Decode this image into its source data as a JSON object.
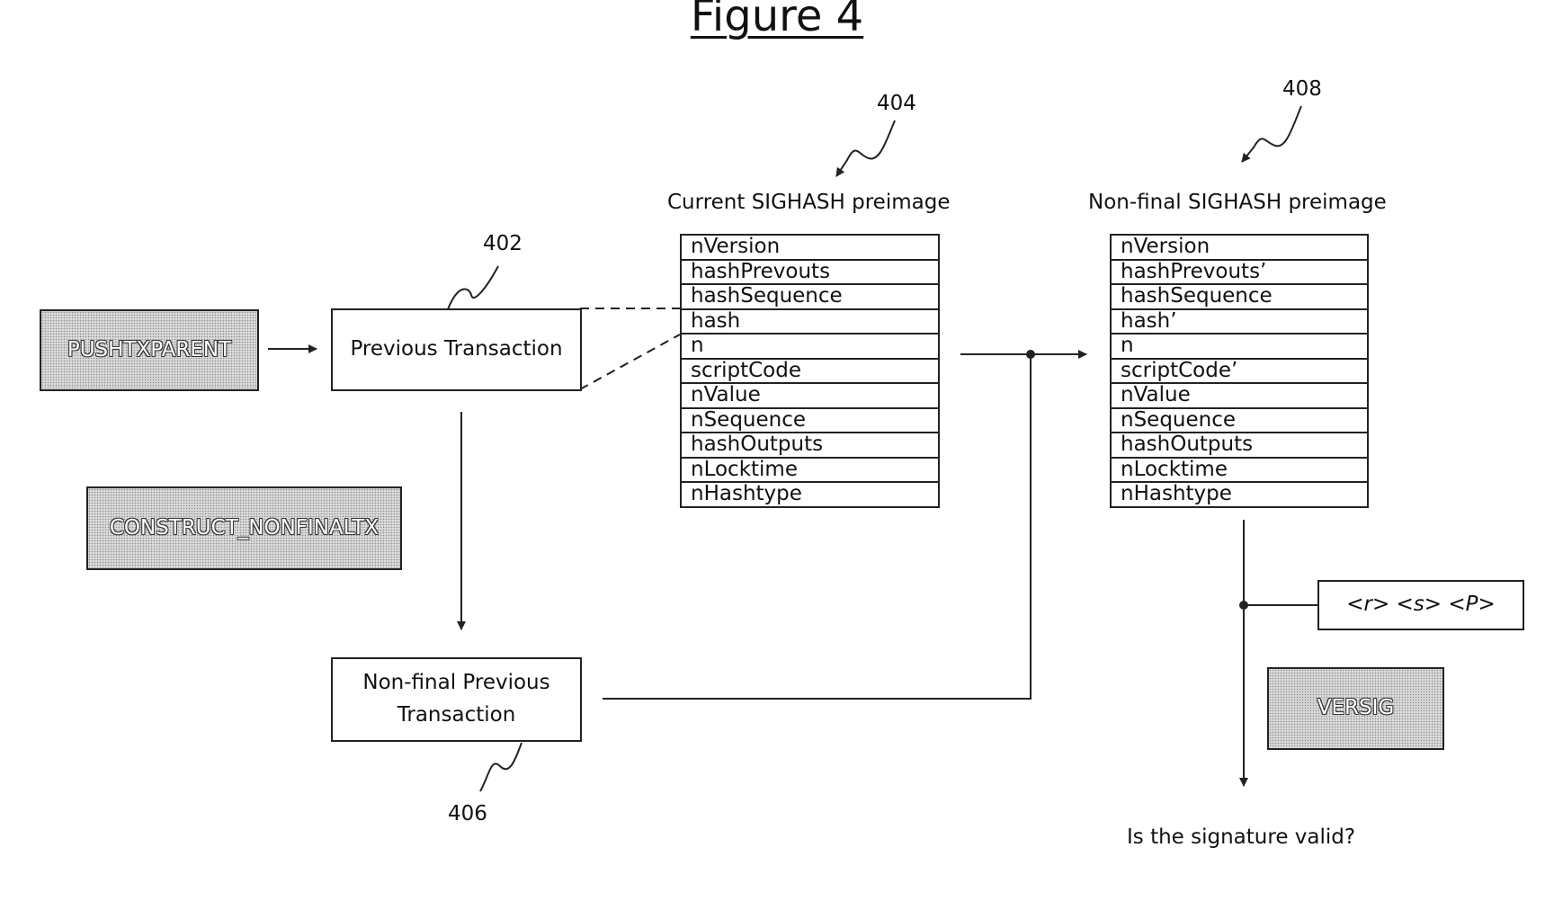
{
  "figure_title": "Figure 4",
  "refs": {
    "r402": "402",
    "r404": "404",
    "r406": "406",
    "r408": "408"
  },
  "boxes": {
    "pushtxparent": "PUSHTXPARENT",
    "previous_transaction": "Previous Transaction",
    "construct_nonfinaltx": "CONSTRUCT_NONFINALTX",
    "nonfinal_previous_line1": "Non-final Previous",
    "nonfinal_previous_line2": "Transaction",
    "signature_inputs": "<r> <s> <P>",
    "versig": "VERSIG"
  },
  "current_preimage": {
    "caption": "Current SIGHASH preimage",
    "fields": [
      "nVersion",
      "hashPrevouts",
      "hashSequence",
      "hash",
      "n",
      "scriptCode",
      "nValue",
      "nSequence",
      "hashOutputs",
      "nLocktime",
      "nHashtype"
    ]
  },
  "nonfinal_preimage": {
    "caption": "Non-final SIGHASH preimage",
    "fields": [
      "nVersion",
      "hashPrevouts’",
      "hashSequence",
      "hash’",
      "n",
      "scriptCode’",
      "nValue",
      "nSequence",
      "hashOutputs",
      "nLocktime",
      "nHashtype"
    ]
  },
  "question": "Is the signature valid?"
}
